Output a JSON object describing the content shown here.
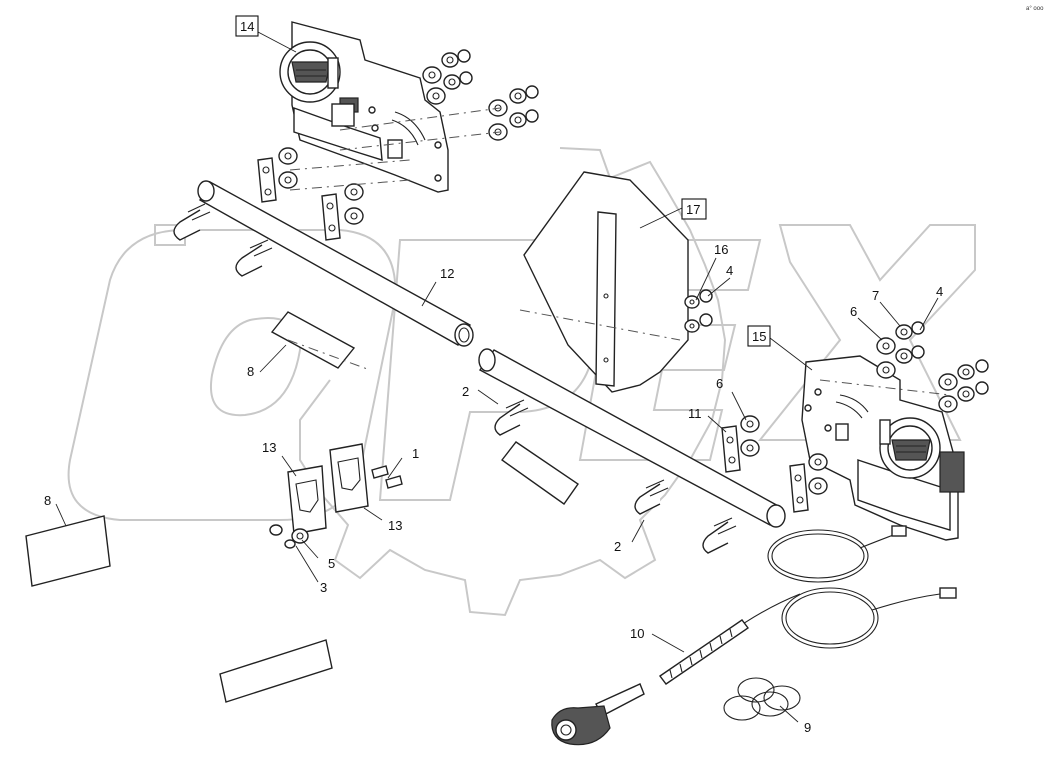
{
  "callouts": {
    "c1": "1",
    "c2a": "2",
    "c2b": "2",
    "c3": "3",
    "c4a": "4",
    "c4b": "4",
    "c5": "5",
    "c6a": "6",
    "c6b": "6",
    "c7": "7",
    "c8a": "8",
    "c8b": "8",
    "c9": "9",
    "c10": "10",
    "c11": "11",
    "c12": "12",
    "c13a": "13",
    "c13b": "13",
    "c14": "14",
    "c15": "15",
    "c16": "16",
    "c17": "17"
  },
  "corner_mark": "a° ooo",
  "colors": {
    "line": "#222222",
    "watermark": "#c8c8c8",
    "background": "#ffffff"
  }
}
